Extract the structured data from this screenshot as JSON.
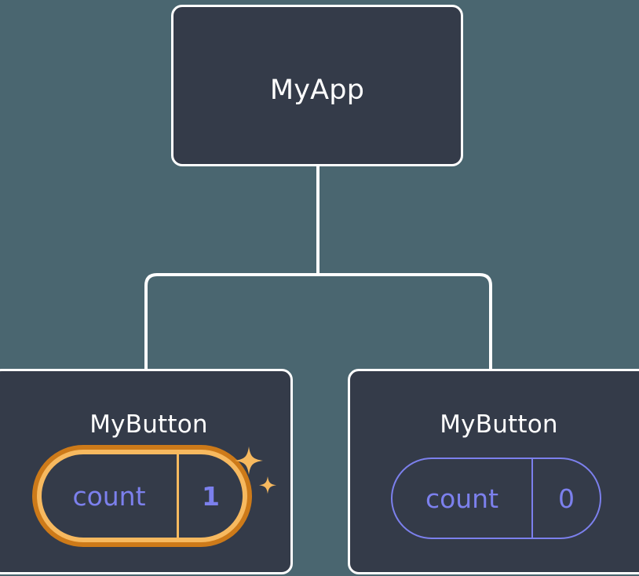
{
  "diagram": {
    "title": "React component tree with state update highlight",
    "background_color": "#4a6670",
    "node_fill": "#343b49",
    "node_border": "#ffffff",
    "accent_purple": "#7c80ed",
    "accent_orange_inner": "#f7b95f",
    "accent_orange_outer": "#cd7a19"
  },
  "nodes": {
    "root": {
      "label": "MyApp"
    },
    "child_left": {
      "label": "MyButton",
      "state": {
        "key": "count",
        "value": "1",
        "highlighted": true,
        "sparkle_icon": "sparkles-icon"
      }
    },
    "child_right": {
      "label": "MyButton",
      "state": {
        "key": "count",
        "value": "0",
        "highlighted": false
      }
    }
  },
  "edges": {
    "from": "MyApp",
    "to": [
      "MyButton",
      "MyButton"
    ],
    "color": "#ffffff"
  }
}
